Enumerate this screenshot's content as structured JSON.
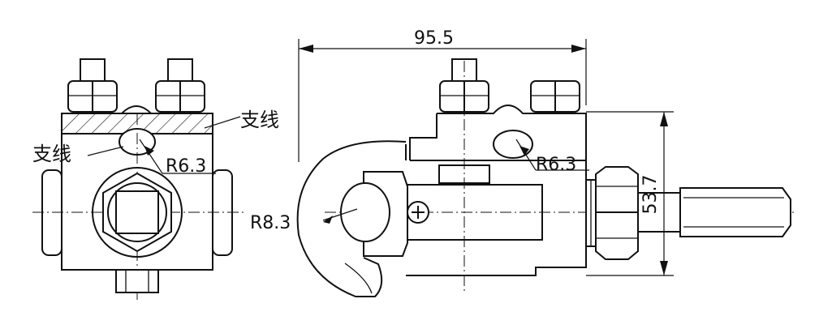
{
  "labels": {
    "overall_width": "95.5",
    "overall_height": "53.7",
    "radius_small_left": "R6.3",
    "radius_small_right": "R6.3",
    "radius_hook": "R8.3",
    "branch_line_top": "支线",
    "branch_line_left": "支线"
  },
  "colors": {
    "line": "#111111",
    "background": "#ffffff"
  }
}
